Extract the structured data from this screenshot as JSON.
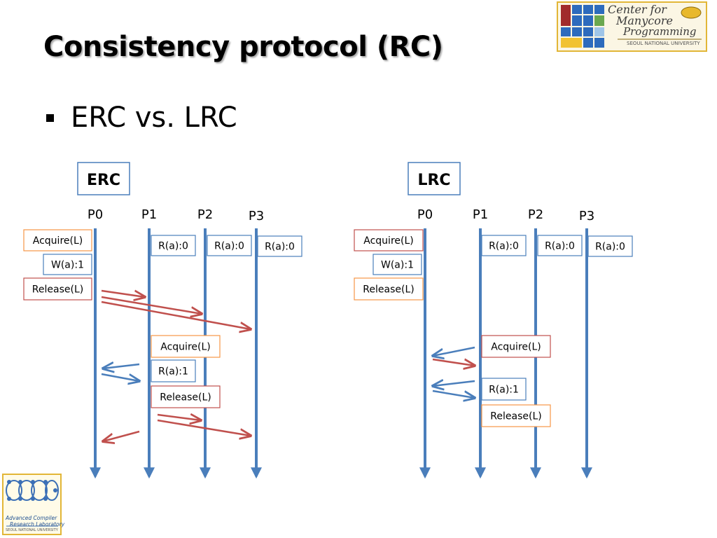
{
  "slide": {
    "title": "Consistency protocol (RC)",
    "bullet": "ERC vs. LRC"
  },
  "logos": {
    "top_right": {
      "line1": "Center for",
      "line2": "Manycore",
      "line3": "Programming",
      "university": "SEOUL NATIONAL UNIVERSITY"
    },
    "bottom_left": {
      "line1": "Advanced Compiler",
      "line2": "Research Laboratory",
      "university": "SEOUL NATIONAL UNIVERSITY"
    }
  },
  "colors": {
    "timeline": "#4a7ebb",
    "release_arrow": "#c0504d",
    "request_arrow": "#4a7ebb",
    "box_red": "#c0504d",
    "box_blue": "#4a7ebb",
    "box_orange": "#f79646"
  },
  "diagrams": [
    {
      "id": "erc",
      "label": "ERC",
      "processors": [
        "P0",
        "P1",
        "P2",
        "P3"
      ],
      "ops": [
        {
          "text": "Acquire(L)",
          "proc": 0,
          "border": "orange"
        },
        {
          "text": "W(a):1",
          "proc": 0,
          "border": "blue"
        },
        {
          "text": "Release(L)",
          "proc": 0,
          "border": "red"
        },
        {
          "text": "R(a):0",
          "proc": 1,
          "border": "blue"
        },
        {
          "text": "R(a):0",
          "proc": 2,
          "border": "blue"
        },
        {
          "text": "R(a):0",
          "proc": 3,
          "border": "blue"
        },
        {
          "text": "Acquire(L)",
          "proc": 1,
          "border": "orange"
        },
        {
          "text": "R(a):1",
          "proc": 1,
          "border": "blue"
        },
        {
          "text": "Release(L)",
          "proc": 1,
          "border": "red"
        }
      ],
      "messages": [
        {
          "from": 0,
          "to": 1,
          "kind": "release"
        },
        {
          "from": 0,
          "to": 2,
          "kind": "release"
        },
        {
          "from": 0,
          "to": 3,
          "kind": "release"
        },
        {
          "from": 1,
          "to": 0,
          "kind": "request"
        },
        {
          "from": 0,
          "to": 1,
          "kind": "request"
        },
        {
          "from": 1,
          "to": 2,
          "kind": "release"
        },
        {
          "from": 1,
          "to": 3,
          "kind": "release"
        },
        {
          "from": 1,
          "to": 0,
          "kind": "release"
        }
      ]
    },
    {
      "id": "lrc",
      "label": "LRC",
      "processors": [
        "P0",
        "P1",
        "P2",
        "P3"
      ],
      "ops": [
        {
          "text": "Acquire(L)",
          "proc": 0,
          "border": "red"
        },
        {
          "text": "W(a):1",
          "proc": 0,
          "border": "blue"
        },
        {
          "text": "Release(L)",
          "proc": 0,
          "border": "orange"
        },
        {
          "text": "R(a):0",
          "proc": 1,
          "border": "blue"
        },
        {
          "text": "R(a):0",
          "proc": 2,
          "border": "blue"
        },
        {
          "text": "R(a):0",
          "proc": 3,
          "border": "blue"
        },
        {
          "text": "Acquire(L)",
          "proc": 1,
          "border": "red"
        },
        {
          "text": "R(a):1",
          "proc": 1,
          "border": "blue"
        },
        {
          "text": "Release(L)",
          "proc": 1,
          "border": "orange"
        }
      ],
      "messages": [
        {
          "from": 1,
          "to": 0,
          "kind": "request"
        },
        {
          "from": 0,
          "to": 1,
          "kind": "release"
        },
        {
          "from": 1,
          "to": 0,
          "kind": "request"
        },
        {
          "from": 0,
          "to": 1,
          "kind": "request"
        }
      ]
    }
  ]
}
